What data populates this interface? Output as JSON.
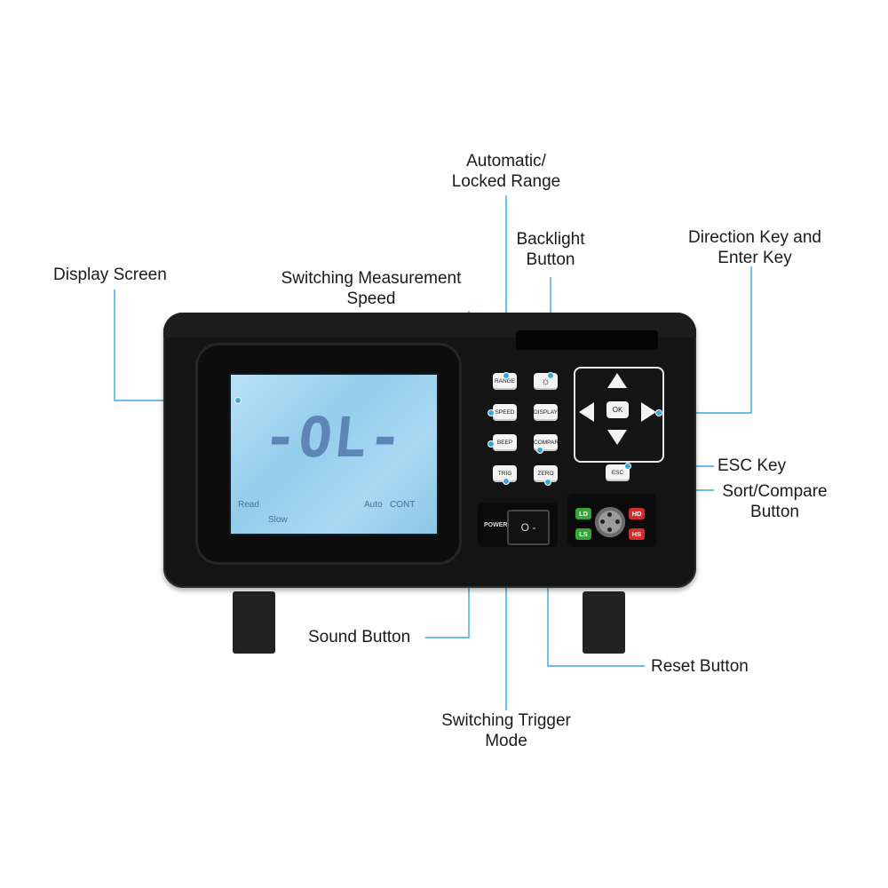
{
  "callouts": {
    "range": [
      "Automatic/",
      "Locked Range"
    ],
    "backlight": [
      "Backlight",
      "Button"
    ],
    "direction": [
      "Direction Key and",
      "Enter Key"
    ],
    "display_screen": "Display Screen",
    "speed": [
      "Switching Measurement",
      "Speed"
    ],
    "esc": "ESC Key",
    "compare": [
      "Sort/Compare",
      "Button"
    ],
    "sound": "Sound Button",
    "reset": "Reset Button",
    "trigger": [
      "Switching Trigger",
      "Mode"
    ]
  },
  "device": {
    "lcd": {
      "reading": "-OL-",
      "read": "Read",
      "slow": "Slow",
      "auto": "Auto",
      "cont": "CONT"
    },
    "keys": {
      "range": "RANGE",
      "speed": "SPEED",
      "beep": "BEEP",
      "trig": "TRIG",
      "display": "DISPLAY",
      "compare": "COMPARE",
      "zero": "ZERO",
      "esc": "ESC",
      "ok": "OK"
    },
    "power_label": "POWER",
    "switch_text": "O  -",
    "badges": {
      "ld": "LD",
      "ls": "LS",
      "hd": "HD",
      "hs": "HS"
    }
  },
  "colors": {
    "leader_line": "#3aa6e0",
    "ld_ls": "#3aa43a",
    "hd_hs": "#d42b2b",
    "lcd_text": "#5d86b7"
  },
  "icons": {
    "backlight": "sun-icon",
    "dpad": [
      "arrow-up-icon",
      "arrow-down-icon",
      "arrow-left-icon",
      "arrow-right-icon"
    ]
  }
}
